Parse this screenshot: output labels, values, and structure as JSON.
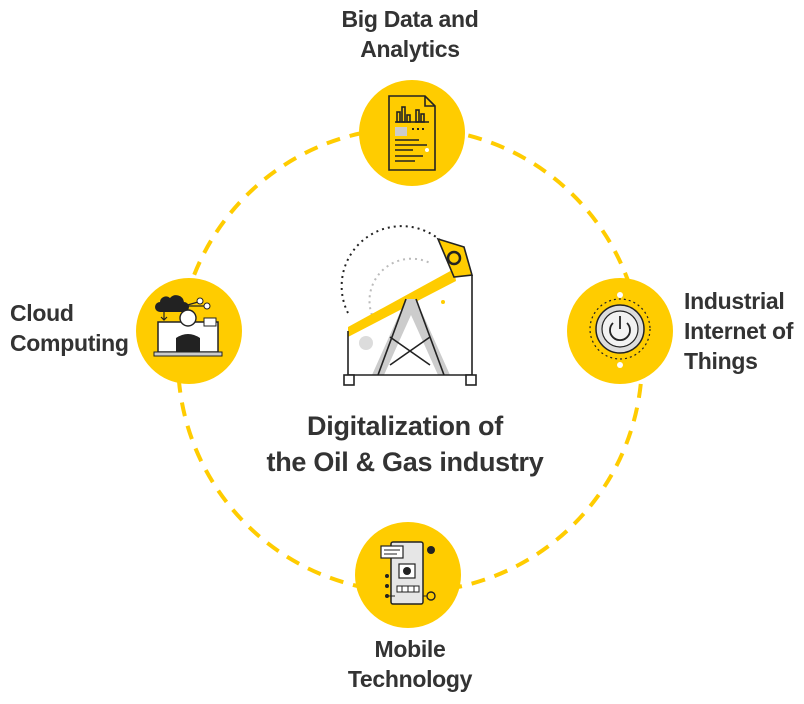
{
  "center": {
    "title_line1": "Digitalization of",
    "title_line2": "the Oil & Gas industry"
  },
  "nodes": {
    "big_data": {
      "line1": "Big Data and",
      "line2": "Analytics",
      "icon": "document-chart-icon"
    },
    "iiot": {
      "line1": "Industrial",
      "line2": "Internet of",
      "line3": "Things",
      "icon": "power-button-icon"
    },
    "mobile": {
      "line1": "Mobile",
      "line2": "Technology",
      "icon": "mobile-device-icon"
    },
    "cloud": {
      "line1": "Cloud",
      "line2": "Computing",
      "icon": "cloud-laptop-user-icon"
    }
  },
  "colors": {
    "accent": "#FFCC00",
    "text": "#333333",
    "line": "#222222",
    "muted": "#CCCCCC"
  }
}
